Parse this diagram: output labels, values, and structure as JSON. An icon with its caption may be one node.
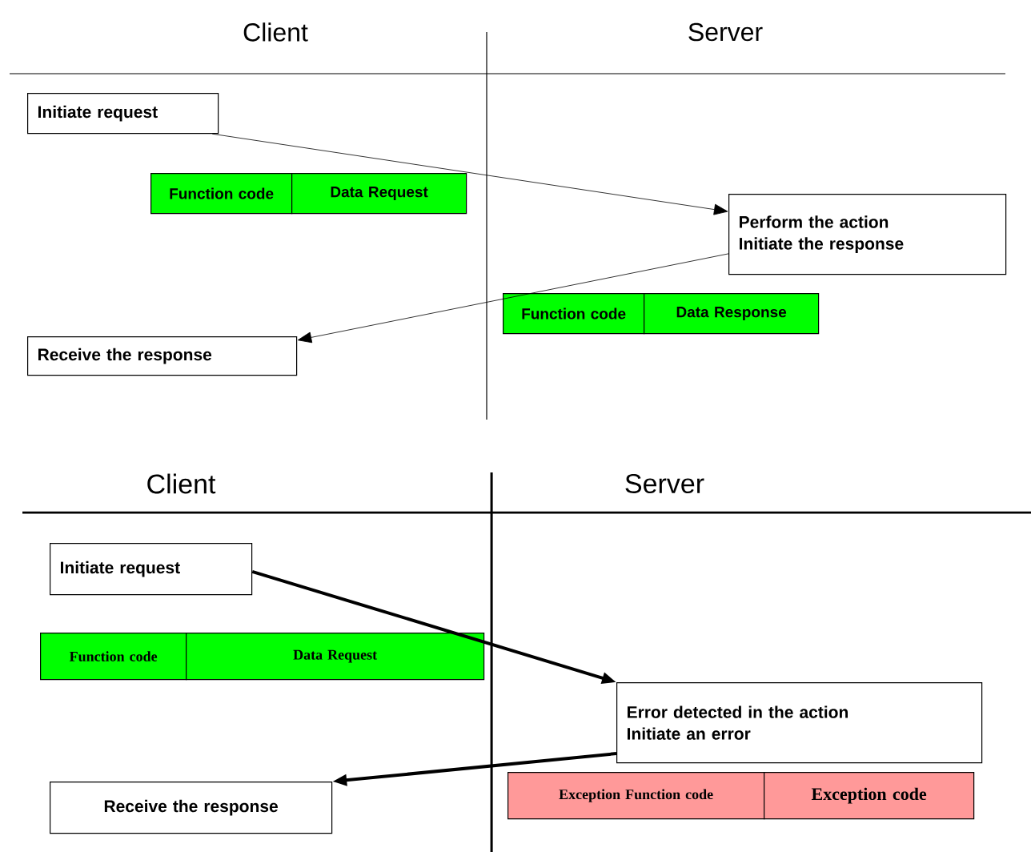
{
  "diagram": {
    "nodes": [
      {
        "text": [
          "Initiate request"
        ]
      },
      {
        "text": [
          "Function code"
        ]
      },
      {
        "text": [
          "Data Request"
        ]
      },
      {
        "text": [
          "Perform the action",
          "Initiate the response"
        ]
      },
      {
        "text": [
          "Function code"
        ]
      },
      {
        "text": [
          "Data Response"
        ]
      },
      {
        "text": [
          "Receive the response"
        ]
      },
      {
        "text": [
          "Initiate request"
        ]
      },
      {
        "text": [
          "Function code"
        ]
      },
      {
        "text": [
          "Data Request"
        ]
      },
      {
        "text": [
          "Error detected in the action",
          "Initiate an error"
        ]
      },
      {
        "text": [
          "Exception Function code"
        ]
      },
      {
        "text": [
          "Exception code"
        ]
      },
      {
        "text": [
          "Receive the response"
        ]
      }
    ],
    "edges": [
      {
        "from": 0,
        "to": 3,
        "arrow": "to"
      },
      {
        "from": 3,
        "to": 6,
        "arrow": "to"
      },
      {
        "from": 7,
        "to": 10,
        "arrow": "to",
        "style": "thick"
      },
      {
        "from": 10,
        "to": 13,
        "arrow": "to",
        "style": "thick"
      }
    ],
    "labels": [
      "Client",
      "Server",
      "Client",
      "Server"
    ]
  }
}
